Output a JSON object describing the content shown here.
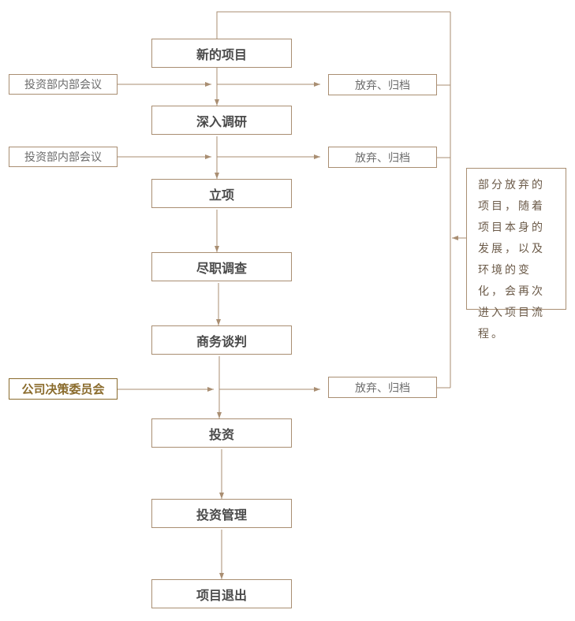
{
  "steps": [
    "新的项目",
    "深入调研",
    "立项",
    "尽职调查",
    "商务谈判",
    "投资",
    "投资管理",
    "项目退出"
  ],
  "meetings": [
    "投资部内部会议",
    "投资部内部会议",
    "公司决策委员会"
  ],
  "archive_label": "放弃、归档",
  "note": "部分放弃的项目，随着项目本身的发展，以及环境的变化，会再次进入项目流程。",
  "colors": {
    "line": "#a98e72",
    "border": "#a98e72",
    "emphasis": "#8a6b2c",
    "text": "#4a4a4a"
  }
}
